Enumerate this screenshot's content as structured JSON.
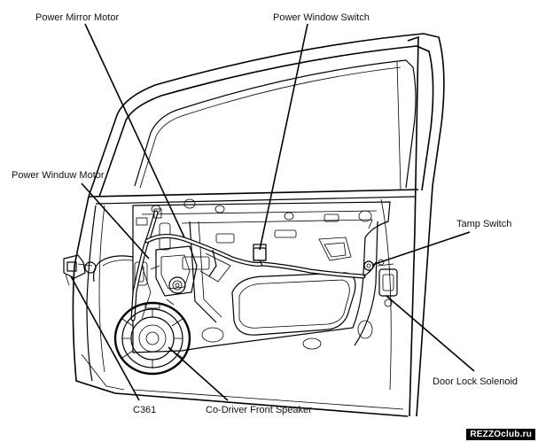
{
  "labels": {
    "power_mirror_motor": "Power Mirror Motor",
    "power_window_switch": "Power Window Switch",
    "power_window_motor": "Power Winduw Motor",
    "tamp_switch": "Tamp Switch",
    "door_lock_solenoid": "Door Lock Solenoid",
    "c361": "C361",
    "co_driver_front_speaker": "Co-Driver Front Speaker"
  },
  "watermark": "REZZOclub.ru"
}
